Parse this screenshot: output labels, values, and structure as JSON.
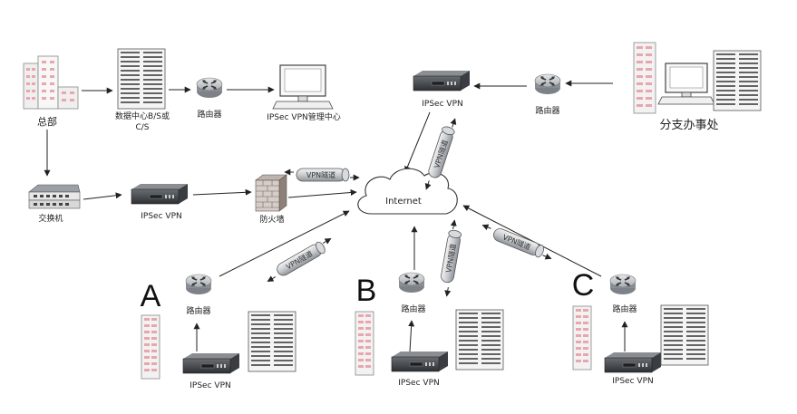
{
  "nodes": {
    "hq": "总部",
    "datacenter_line1": "数据中心B/S或",
    "datacenter_line2": "C/S",
    "router_hq": "路由器",
    "mgmt_center": "IPSec VPN管理中心",
    "switch": "交换机",
    "vpn_hq": "IPSec VPN",
    "firewall": "防火墙",
    "internet": "Internet",
    "vpn_branch": "IPSec VPN",
    "router_branch": "路由器",
    "branch_office": "分支办事处",
    "site_a_letter": "A",
    "site_a_router": "路由器",
    "site_a_vpn": "IPSec VPN",
    "site_b_letter": "B",
    "site_b_router": "路由器",
    "site_b_vpn": "IPSec VPN",
    "site_c_letter": "C",
    "site_c_router": "路由器",
    "site_c_vpn": "IPSec VPN"
  },
  "tunnels": {
    "firewall": "VPN隧道",
    "branch": "VPN隧道",
    "site_a": "VPN隧道",
    "site_b": "VPN隧道",
    "site_c": "VPN隧道"
  }
}
